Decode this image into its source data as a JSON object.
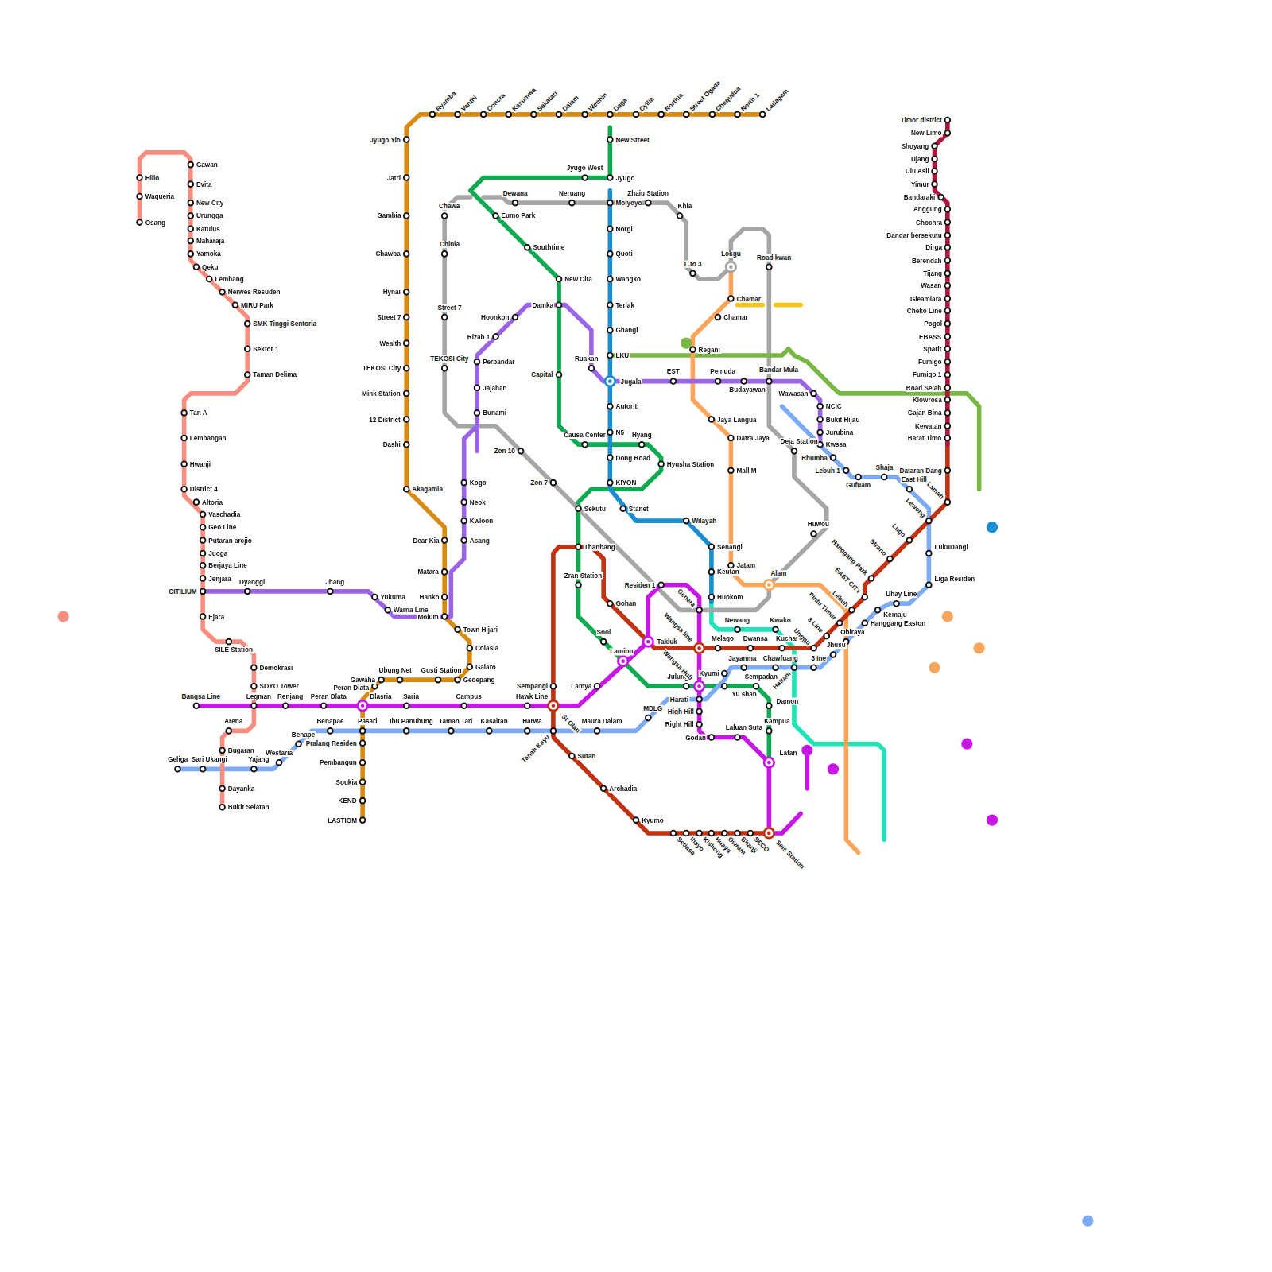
{
  "diagram": {
    "labels": [
      "Ryamba",
      "Vanthi",
      "Concra",
      "Kasumwa",
      "Sakatari",
      "Dalam",
      "Wenhin",
      "Daga",
      "Cyllia",
      "Northia",
      "Street Ogada",
      "Chequdua",
      "North 1",
      "Ladagam",
      "Jyugo Yio",
      "Jatri",
      "Gambia",
      "Chawba",
      "Hynai",
      "Street 7",
      "Wealth",
      "TEKOSI City",
      "Mink Station",
      "12 District",
      "Dashi",
      "Akagamia",
      "Dear Kia",
      "Matara",
      "Hanko",
      "Molum",
      "Town Hijari",
      "Colasia",
      "Galaro",
      "Gedepang",
      "Ubung Net",
      "Gusti Station",
      "Gawaha",
      "Peran Dlata",
      "Dlasria",
      "Pasari",
      "Pralang Residen",
      "Pembangun",
      "Soukia",
      "KEND",
      "LASTIOM",
      "New Street",
      "Jyugo",
      "Jyugo West",
      "Eumo Park",
      "Southtime",
      "New Cita",
      "Damka",
      "Capital",
      "Causa Center",
      "Hyang",
      "Hyusha Station",
      "Sekutu",
      "Thanbang",
      "Zran Station",
      "Sooi",
      "Julungo",
      "Yu shan",
      "Sempadan",
      "Damon",
      "Kampua",
      "Latan",
      "Molyoyo",
      "Norgi",
      "Quoti",
      "Wangko",
      "Terlak",
      "Ghangi",
      "LKU",
      "Jugala",
      "Autoriti",
      "N5",
      "Dong Road",
      "KIYON",
      "Stanet",
      "Wilayah",
      "Senangi",
      "Keutan",
      "Huokom",
      "Chawa",
      "Chinia",
      "Street 7",
      "TEKOSI City",
      "Zon 10",
      "Zon 7",
      "Dewana",
      "Neruang",
      "Zhaiu Station",
      "Khia",
      "L.to 3",
      "Lokgu",
      "Road kwan",
      "Bandar Mula",
      "Deja Station",
      "Huwou",
      "Genera",
      "Alam",
      "CITILIUM",
      "Dyanggi",
      "Jhang",
      "Yukuma",
      "Warna Line",
      "Asang",
      "Kwloon",
      "Neok",
      "Kogo",
      "Bunami",
      "Jajahan",
      "Perbandar",
      "Rizab 1",
      "Hoonkon",
      "Ruakan",
      "EST",
      "Pemuda",
      "Budayawan",
      "Wawasan",
      "NCIC",
      "Bukit Hijau",
      "Jurubina",
      "Kwssa",
      "Chamar",
      "Chamar",
      "Regani",
      "Jaya Langua",
      "Datra Jaya",
      "Mall M",
      "Jatam",
      "Geliga",
      "Sari Ukangi",
      "Yajang",
      "Westaria",
      "Benape",
      "Benapae",
      "Ibu Panubung",
      "Taman Tari",
      "Kasaltan",
      "Harwa",
      "Maura Dalam",
      "MDLG",
      "Harati",
      "Kyumi",
      "Jayanma",
      "Chawfuang",
      "Hattam",
      "3 Ine",
      "Jhusu",
      "Obiraya",
      "Hanggang Easton",
      "Kemaju",
      "Uhay Line",
      "Liga Residen",
      "LukuDangi",
      "Lewong",
      "East Hill",
      "Shaja",
      "Gufuam",
      "Lebuh 1",
      "Rhumba",
      "Bangsa Line",
      "Legman",
      "Renjang",
      "Peran Dlata",
      "Saria",
      "Campus",
      "Hawk Line",
      "Lamya",
      "Lamion",
      "Takluk",
      "Residen 1",
      "Wangsa line",
      "Wangsa Hub",
      "High Hill",
      "Right Hill",
      "Godan",
      "Laluan Suta",
      "Sempangi",
      "St Olan",
      "Tanah Kayu",
      "Sutan",
      "Archadia",
      "Kyumo",
      "Gohan",
      "Melago",
      "Dwansa",
      "Kuchai",
      "Unggu",
      "3 Line",
      "Pintu Timur",
      "Lebuh",
      "EAST CITY",
      "Hanggang Park",
      "Strano",
      "Lugo",
      "Lamah",
      "Dataran Dang",
      "Setiasa",
      "Ihayo",
      "Kishong",
      "Huaya",
      "Owram",
      "Bhanji",
      "SECO",
      "Seis Station",
      "Timor district",
      "New Limo",
      "Shuyang",
      "Ujang",
      "Ulu Asli",
      "Yimur",
      "Bandaraki",
      "Anggung",
      "Chochra",
      "Bandar bersekutu",
      "Dirga",
      "Berendah",
      "Tijang",
      "Wasan",
      "Gleamiara",
      "Cheko Line",
      "Pogol",
      "EBASS",
      "Sparit",
      "Fumigo",
      "Fumigo 1",
      "Road Selah",
      "Klowrosa",
      "Gajan Bina",
      "Kewatan",
      "Barat Timo",
      "Hillo",
      "Waqueria",
      "Osang",
      "Gawan",
      "Evita",
      "New City",
      "Urungga",
      "Katulus",
      "Maharaja",
      "Yamoka",
      "Qeku",
      "Lembang",
      "Nerwes Resuden",
      "MIRU Park",
      "SMK Tinggi Sentoria",
      "Sektor 1",
      "Taman Delima",
      "Tan A",
      "Lembangan",
      "Hwanji",
      "District 4",
      "Altoria",
      "Vaschadia",
      "Geo Line",
      "Putaran arcjio",
      "Juoga",
      "Berjaya Line",
      "Jenjara",
      "Ejara",
      "SILE Station",
      "Demokrasi",
      "SOYO Tower",
      "Arena",
      "Bugaran",
      "Dayanka",
      "Bukit Selatan",
      "Newang",
      "Kwako"
    ]
  }
}
